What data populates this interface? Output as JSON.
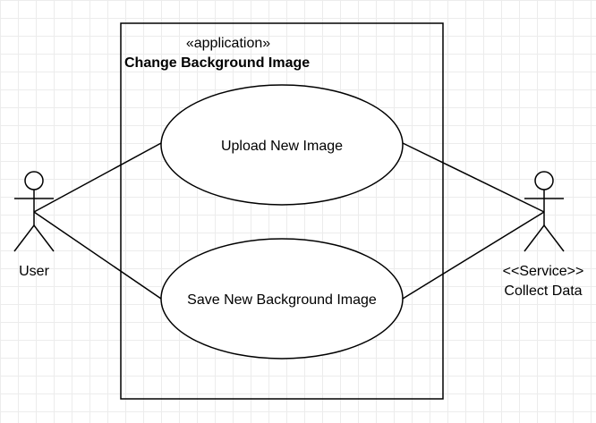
{
  "diagram": {
    "system": {
      "stereotype": "«application»",
      "title": "Change Background Image"
    },
    "use_cases": [
      {
        "label": "Upload New Image"
      },
      {
        "label": "Save New Background Image"
      }
    ],
    "actors": [
      {
        "label": "User"
      },
      {
        "stereotype": "<<Service>>",
        "label": "Collect Data"
      }
    ]
  }
}
